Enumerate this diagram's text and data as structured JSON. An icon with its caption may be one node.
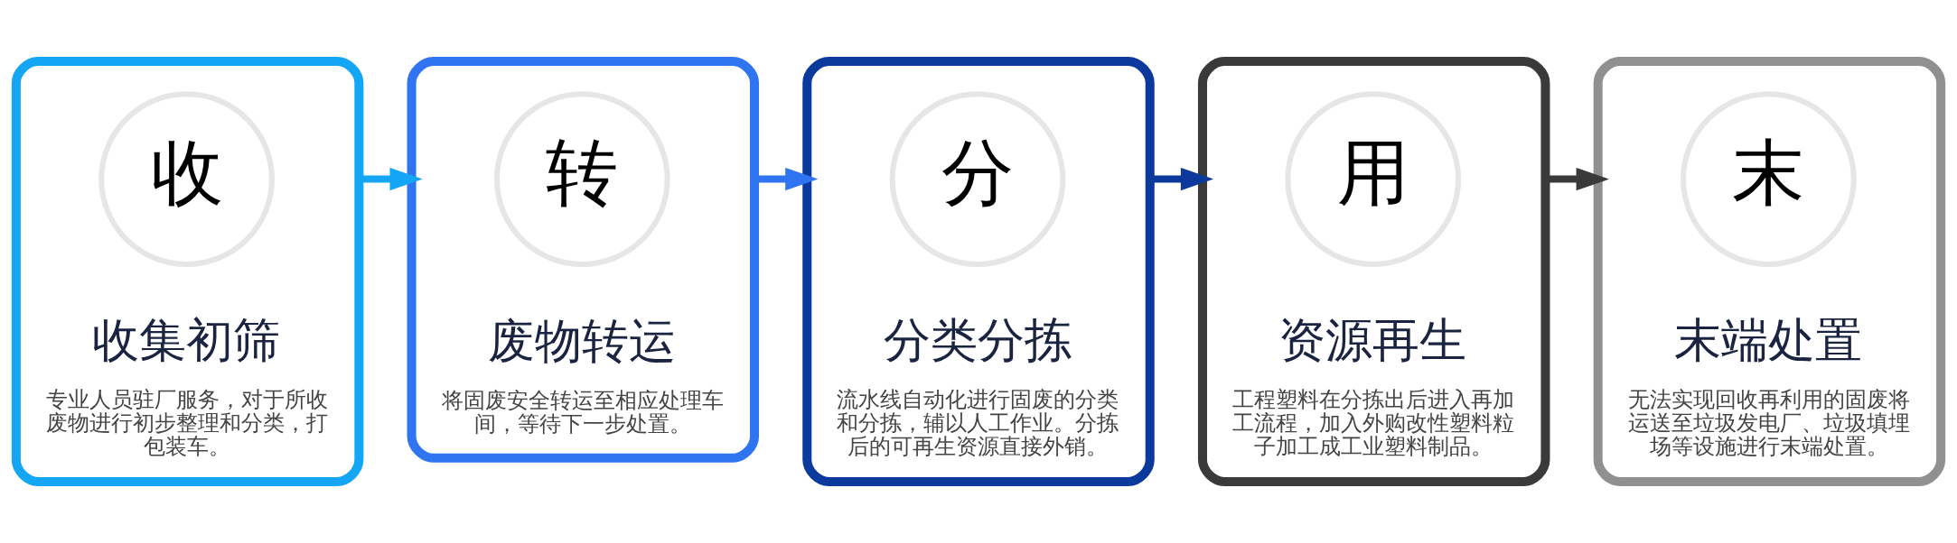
{
  "diagram": {
    "nodes": [
      {
        "text": [
          "收集初筛",
          "专业人员驻厂服务，对于所收废物进行初步整理和分类，打包装车。"
        ]
      },
      {
        "text": [
          "收"
        ],
        "in": 0
      },
      {
        "text": [
          "废物转运",
          "将固废安全转运至相应处理车间，等待下一步处置。"
        ]
      },
      {
        "text": [
          "转"
        ],
        "in": 2
      },
      {
        "text": [
          "分类分拣",
          "流水线自动化进行固废的分类和分拣，辅以人工作业。分拣后的可再生资源直接外销。"
        ]
      },
      {
        "text": [
          "分"
        ],
        "in": 4
      },
      {
        "text": [
          "资源再生",
          "工程塑料在分拣出后进入再加工流程，加入外购改性塑料粒子加工成工业塑料制品。"
        ]
      },
      {
        "text": [
          "用"
        ],
        "in": 6
      },
      {
        "text": [
          "末端处置",
          "无法实现回收再利用的固废将运送至垃圾发电厂、垃圾填埋场等设施进行末端处置。"
        ]
      },
      {
        "text": [
          "末"
        ],
        "in": 8
      }
    ],
    "edges": [
      {
        "from": 0,
        "to": 2,
        "arrow": "to",
        "color": "#14a6f5"
      },
      {
        "from": 2,
        "to": 4,
        "arrow": "to",
        "color": "#2f74f0"
      },
      {
        "from": 4,
        "to": 6,
        "arrow": "to",
        "color": "#0b3a9c"
      },
      {
        "from": 6,
        "to": 8,
        "arrow": "to",
        "color": "#3a3a3a"
      }
    ]
  }
}
